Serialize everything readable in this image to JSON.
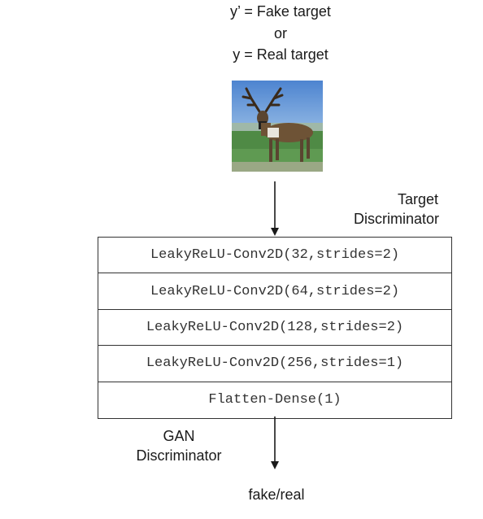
{
  "diagram": {
    "target_labels": {
      "fake": "y’ = Fake target",
      "or": "or",
      "real": "y = Real target"
    },
    "target_discriminator_label": {
      "line1": "Target",
      "line2": "Discriminator"
    },
    "gan_discriminator_label": {
      "line1": "GAN",
      "line2": "Discriminator"
    },
    "layers": [
      "LeakyReLU-Conv2D(32,strides=2)",
      "LeakyReLU-Conv2D(64,strides=2)",
      "LeakyReLU-Conv2D(128,strides=2)",
      "LeakyReLU-Conv2D(256,strides=1)",
      "Flatten-Dense(1)"
    ],
    "output_label": "fake/real",
    "input_image_subject": "deer-image",
    "colors": {
      "sky": "#5c8fd4",
      "grass": "#4f8a45",
      "deer": "#6e5336",
      "border": "#333333"
    }
  }
}
